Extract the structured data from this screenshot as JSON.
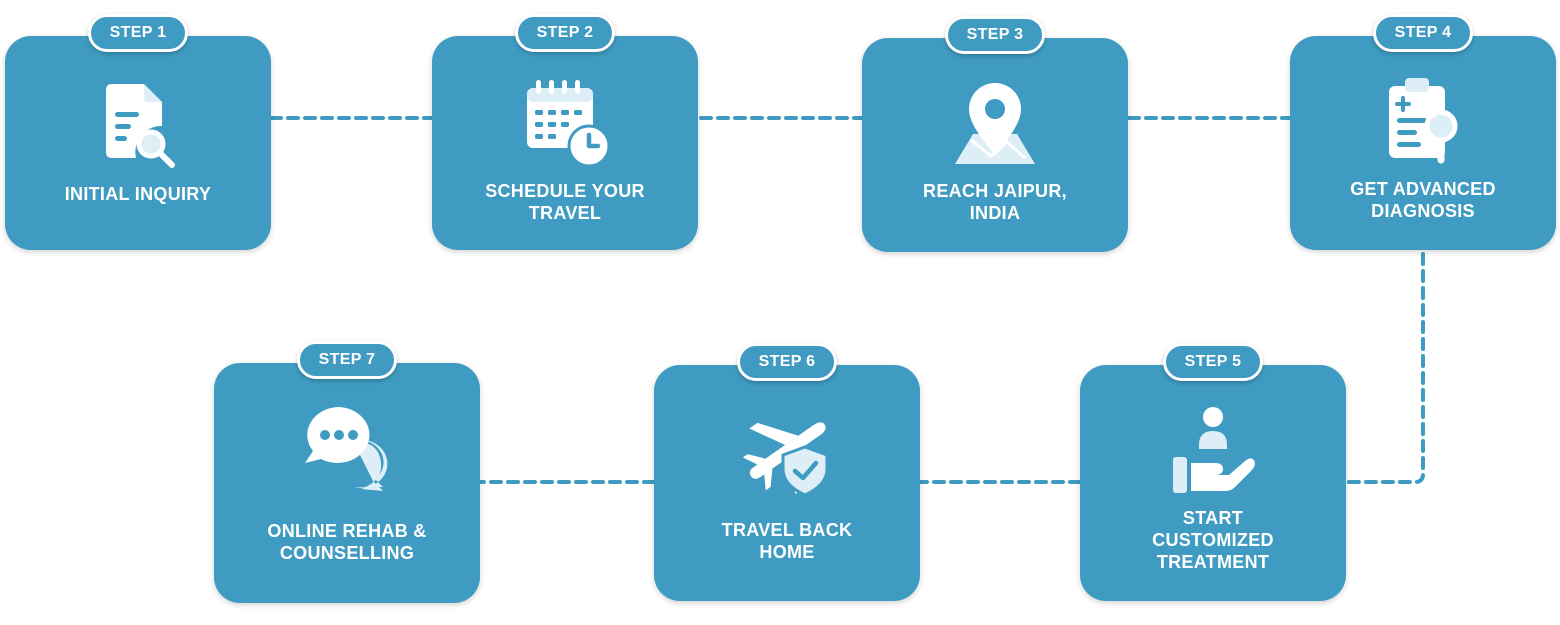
{
  "steps": [
    {
      "badge": "STEP 1",
      "line1": "INITIAL INQUIRY",
      "line2": "",
      "line3": "",
      "icon": "document-search-icon"
    },
    {
      "badge": "STEP 2",
      "line1": "SCHEDULE YOUR",
      "line2": "TRAVEL",
      "line3": "",
      "icon": "calendar-clock-icon"
    },
    {
      "badge": "STEP 3",
      "line1": "REACH JAIPUR,",
      "line2": "INDIA",
      "line3": "",
      "icon": "map-pin-icon"
    },
    {
      "badge": "STEP 4",
      "line1": "GET ADVANCED",
      "line2": "DIAGNOSIS",
      "line3": "",
      "icon": "clipboard-search-icon"
    },
    {
      "badge": "STEP 5",
      "line1": "START",
      "line2": "CUSTOMIZED",
      "line3": "TREATMENT",
      "icon": "patient-care-icon"
    },
    {
      "badge": "STEP 6",
      "line1": "TRAVEL BACK",
      "line2": "HOME",
      "line3": "",
      "icon": "airplane-shield-icon"
    },
    {
      "badge": "STEP 7",
      "line1": "ONLINE REHAB &",
      "line2": "COUNSELLING",
      "line3": "",
      "icon": "chat-bubbles-icon"
    }
  ],
  "colors": {
    "card": "#3f9bc1",
    "icon_light": "#ddeef7",
    "connector": "#3f9bc1",
    "text": "#ffffff"
  }
}
